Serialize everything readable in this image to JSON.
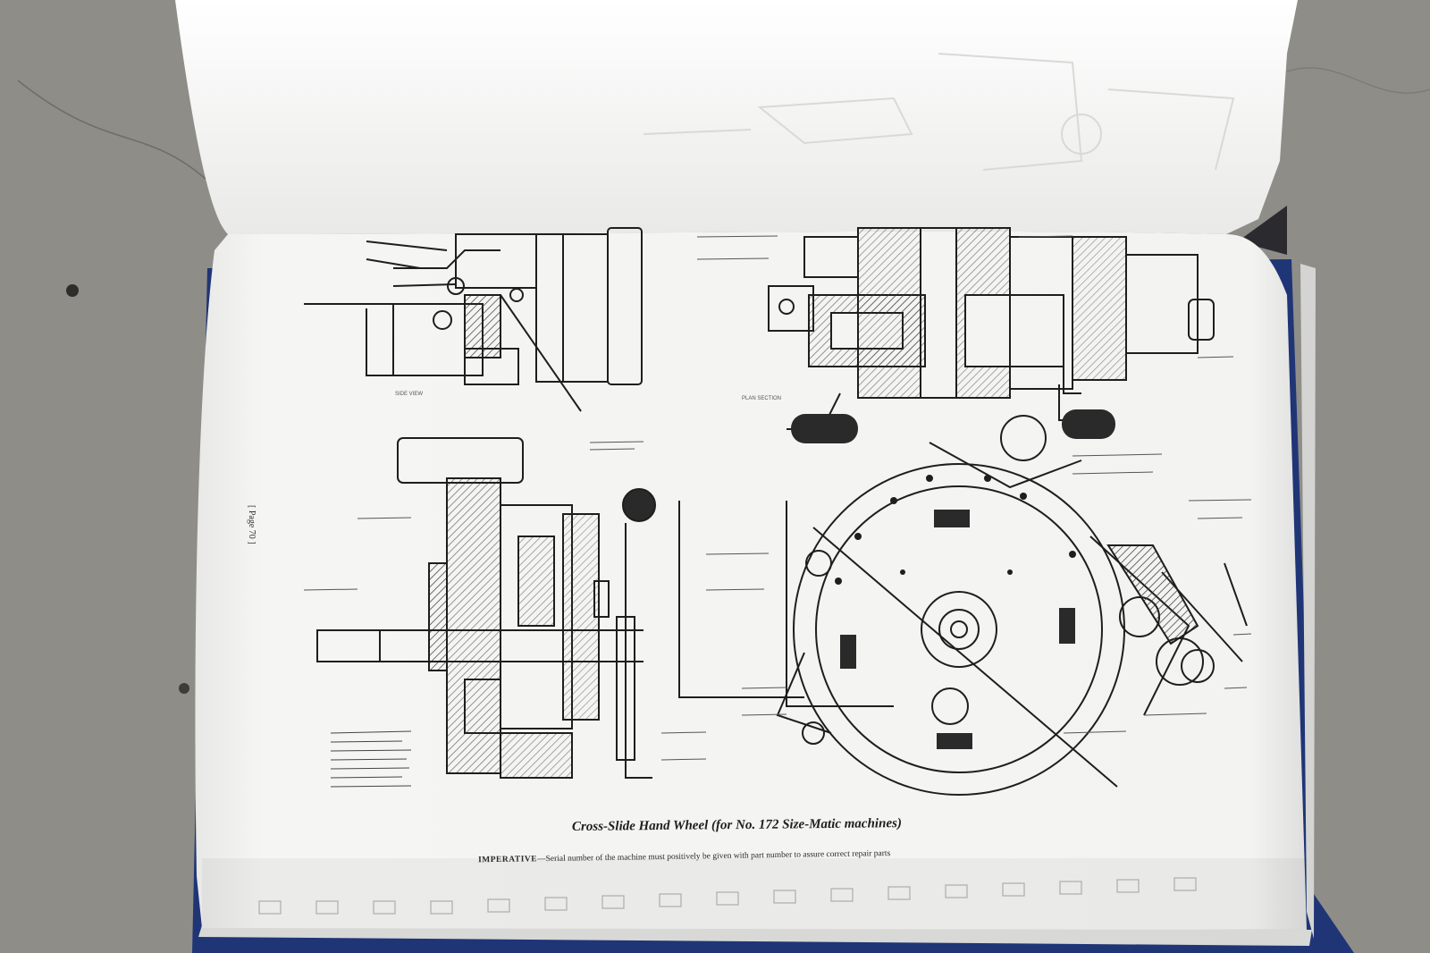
{
  "figure": {
    "caption": "Cross-Slide Hand Wheel (for No. 172 Size-Matic machines)",
    "imperative_lead": "IMPERATIVE",
    "imperative_text": "—Serial number of the machine must positively be given with part number to assure correct repair parts",
    "page_number": "[ Page 70 ]",
    "views": [
      "SIDE VIEW",
      "PLAN SECTION"
    ]
  },
  "colors": {
    "background": "#8f8d88",
    "paper": "#f4f4f2",
    "ink": "#1e1e1e",
    "cover": "#2c4a8a"
  }
}
